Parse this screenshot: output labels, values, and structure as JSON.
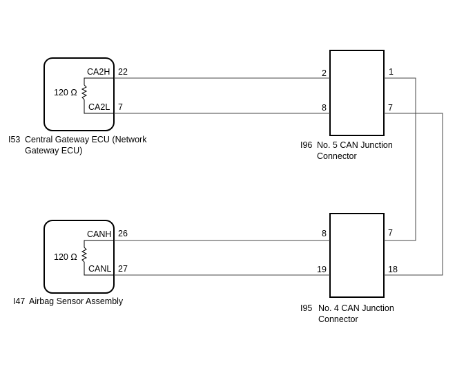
{
  "ecu_top": {
    "code": "I53",
    "name_line1": "Central Gateway ECU (Network",
    "name_line2": "Gateway ECU)",
    "resistor": "120 Ω",
    "pin_high_label": "CA2H",
    "pin_high_num": "22",
    "pin_low_label": "CA2L",
    "pin_low_num": "7"
  },
  "ecu_bottom": {
    "code": "I47",
    "name": "Airbag Sensor Assembly",
    "resistor": "120 Ω",
    "pin_high_label": "CANH",
    "pin_high_num": "26",
    "pin_low_label": "CANL",
    "pin_low_num": "27"
  },
  "junction_top": {
    "code": "I96",
    "name_line1": "No. 5 CAN Junction",
    "name_line2": "Connector",
    "left_high": "2",
    "right_high": "1",
    "left_low": "8",
    "right_low": "7"
  },
  "junction_bottom": {
    "code": "I95",
    "name_line1": "No. 4 CAN Junction",
    "name_line2": "Connector",
    "left_high": "8",
    "right_high": "7",
    "left_low": "19",
    "right_low": "18"
  }
}
